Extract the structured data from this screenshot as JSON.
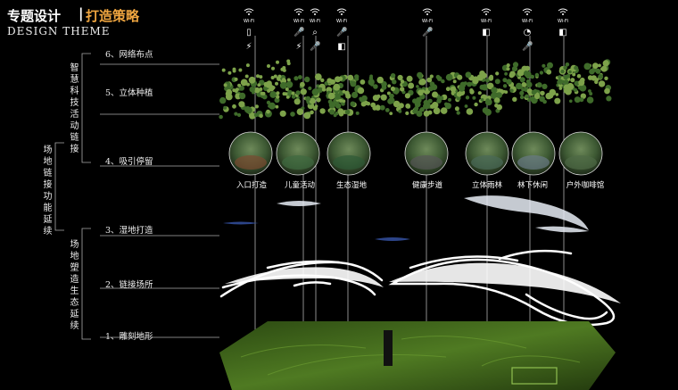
{
  "header": {
    "title_main": "专题设计",
    "title_sep": "|",
    "title_accent": "打造策略",
    "subtitle": "DESIGN THEME",
    "accent_color": "#f0a640"
  },
  "side": {
    "main": "场地链接功能延续",
    "group_top": "智慧科技活动链接",
    "group_bottom": "场地塑造生态延续"
  },
  "layers": [
    {
      "label": "6、网络布点"
    },
    {
      "label": "5、立体种植"
    },
    {
      "label": "4、吸引停留"
    },
    {
      "label": "3、湿地打造"
    },
    {
      "label": "2、链接场所"
    },
    {
      "label": "1、雕刻地形"
    }
  ],
  "nodes": [
    {
      "label": "入口打造",
      "icons": [
        "wifi-icon",
        "phone-icon",
        "charger-icon"
      ]
    },
    {
      "label": "儿童活动",
      "icons": [
        "wifi-icon",
        "mic-icon",
        "charger-icon"
      ]
    },
    {
      "label": "",
      "icons": [
        "wifi-icon",
        "search-icon",
        "mic-icon"
      ]
    },
    {
      "label": "生态湿地",
      "icons": [
        "wifi-icon",
        "mic-icon",
        "speaker-icon"
      ]
    },
    {
      "label": "健康步道",
      "icons": [
        "wifi-icon",
        "mic-icon"
      ]
    },
    {
      "label": "立体雨林",
      "icons": [
        "wifi-icon",
        "speaker-icon"
      ]
    },
    {
      "label": "林下休闲",
      "icons": [
        "wifi-icon",
        "brain-icon",
        "mic-icon"
      ]
    },
    {
      "label": "户外咖啡馆",
      "icons": [
        "wifi-icon",
        "speaker-icon"
      ]
    }
  ],
  "wifi_text": "Wi-Fi",
  "colors": {
    "tree": "#3f6b2a",
    "tree_light": "#7da24a",
    "ground": "#3a5a1a",
    "line": "#ffffff"
  }
}
